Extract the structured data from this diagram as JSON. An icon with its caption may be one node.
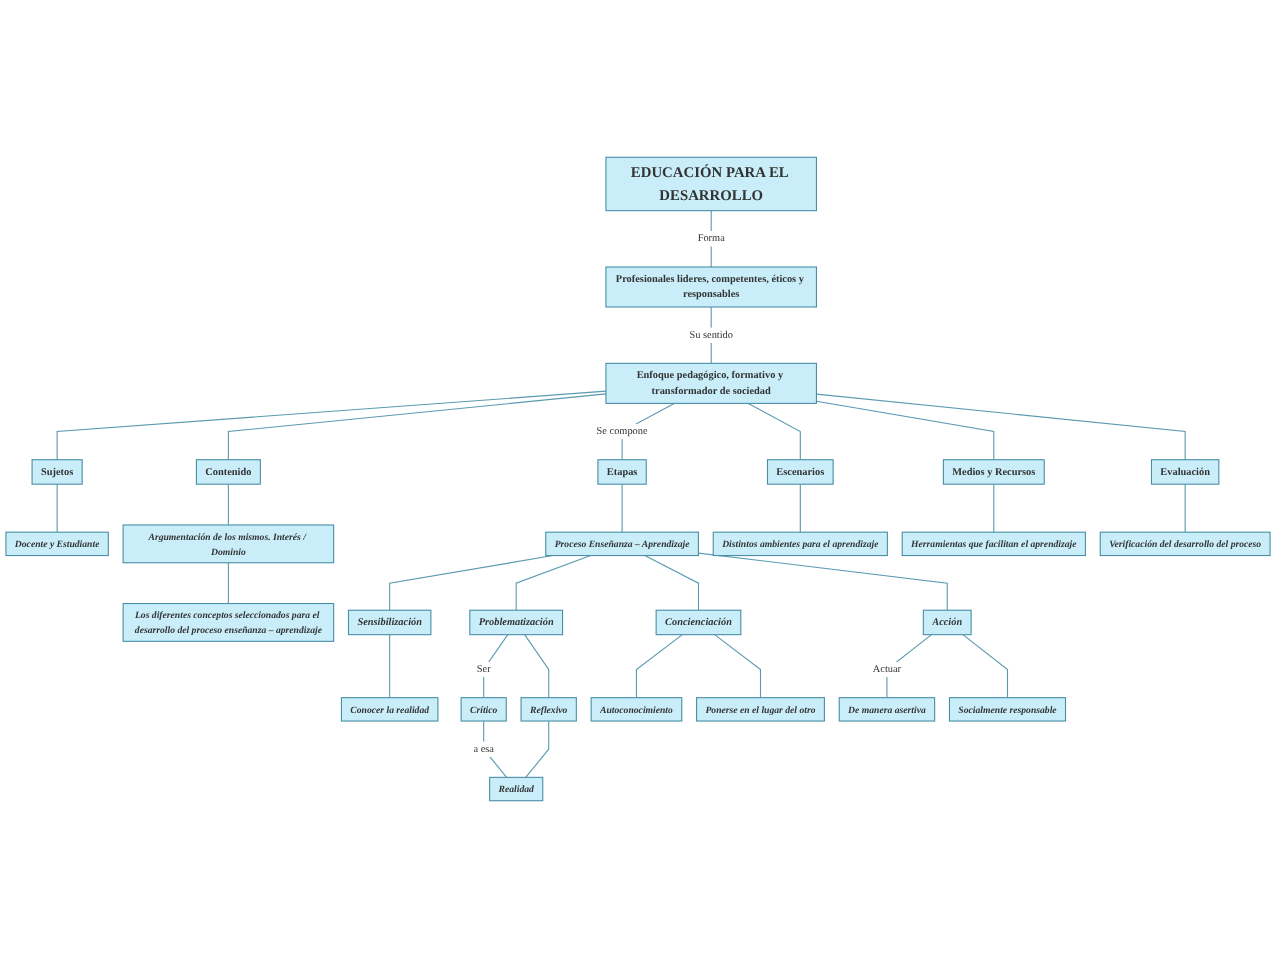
{
  "diagram": {
    "nodes": [
      {
        "text": [
          "EDUCACIÓN PARA EL DESARROLLO"
        ]
      },
      {
        "text": [
          "Profesionales lideres, competentes, éticos y responsables"
        ]
      },
      {
        "text": [
          "Enfoque pedagógico, formativo y transformador de sociedad"
        ]
      },
      {
        "text": [
          "Sujetos"
        ]
      },
      {
        "text": [
          "Contenido"
        ]
      },
      {
        "text": [
          "Etapas"
        ]
      },
      {
        "text": [
          "Escenarios"
        ]
      },
      {
        "text": [
          "Medios y Recursos"
        ]
      },
      {
        "text": [
          "Evaluación"
        ]
      },
      {
        "text": [
          "Docente y Estudiante"
        ]
      },
      {
        "text": [
          "Argumentación de los mismos. Interés / Dominio"
        ]
      },
      {
        "text": [
          "Proceso Enseñanza – Aprendizaje"
        ]
      },
      {
        "text": [
          "Distintos ambientes para el aprendizaje"
        ]
      },
      {
        "text": [
          "Herramientas que facilitan el aprendizaje"
        ]
      },
      {
        "text": [
          "Verificación del desarrollo del proceso"
        ]
      },
      {
        "text": [
          "Los diferentes conceptos seleccionados para el desarrollo del proceso enseñanza – aprendizaje"
        ]
      },
      {
        "text": [
          "Sensibilización"
        ]
      },
      {
        "text": [
          "Problematización"
        ]
      },
      {
        "text": [
          "Concienciación"
        ]
      },
      {
        "text": [
          "Acción"
        ]
      },
      {
        "text": [
          "Conocer la realidad"
        ]
      },
      {
        "text": [
          "Crítico"
        ]
      },
      {
        "text": [
          "Reflexivo"
        ]
      },
      {
        "text": [
          "Autoconocimiento"
        ]
      },
      {
        "text": [
          "Ponerse en el lugar del otro"
        ]
      },
      {
        "text": [
          "De manera asertiva"
        ]
      },
      {
        "text": [
          "Socialmente responsable"
        ]
      },
      {
        "text": [
          "Realidad"
        ]
      }
    ],
    "edges": [
      {
        "from": 0,
        "to": 1,
        "arrow": "none",
        "label": "Forma"
      },
      {
        "from": 1,
        "to": 2,
        "arrow": "none",
        "label": "Su sentido"
      },
      {
        "from": 2,
        "to": 3,
        "arrow": "none"
      },
      {
        "from": 2,
        "to": 4,
        "arrow": "none"
      },
      {
        "from": 2,
        "to": 5,
        "arrow": "none",
        "label": "Se compone"
      },
      {
        "from": 2,
        "to": 6,
        "arrow": "none"
      },
      {
        "from": 2,
        "to": 7,
        "arrow": "none"
      },
      {
        "from": 2,
        "to": 8,
        "arrow": "none"
      },
      {
        "from": 3,
        "to": 9,
        "arrow": "none"
      },
      {
        "from": 4,
        "to": 10,
        "arrow": "none"
      },
      {
        "from": 5,
        "to": 11,
        "arrow": "none"
      },
      {
        "from": 6,
        "to": 12,
        "arrow": "none"
      },
      {
        "from": 7,
        "to": 13,
        "arrow": "none"
      },
      {
        "from": 8,
        "to": 14,
        "arrow": "none"
      },
      {
        "from": 10,
        "to": 15,
        "arrow": "none"
      },
      {
        "from": 11,
        "to": 16,
        "arrow": "none"
      },
      {
        "from": 11,
        "to": 17,
        "arrow": "none"
      },
      {
        "from": 11,
        "to": 18,
        "arrow": "none"
      },
      {
        "from": 11,
        "to": 19,
        "arrow": "none"
      },
      {
        "from": 16,
        "to": 20,
        "arrow": "none"
      },
      {
        "from": 17,
        "to": 21,
        "arrow": "none",
        "label": "Ser"
      },
      {
        "from": 17,
        "to": 22,
        "arrow": "none"
      },
      {
        "from": 21,
        "to": 27,
        "arrow": "none",
        "label": "a esa"
      },
      {
        "from": 22,
        "to": 27,
        "arrow": "none"
      },
      {
        "from": 18,
        "to": 23,
        "arrow": "none"
      },
      {
        "from": 18,
        "to": 24,
        "arrow": "none"
      },
      {
        "from": 19,
        "to": 25,
        "arrow": "none",
        "label": "Actuar"
      },
      {
        "from": 19,
        "to": 26,
        "arrow": "none"
      }
    ]
  }
}
